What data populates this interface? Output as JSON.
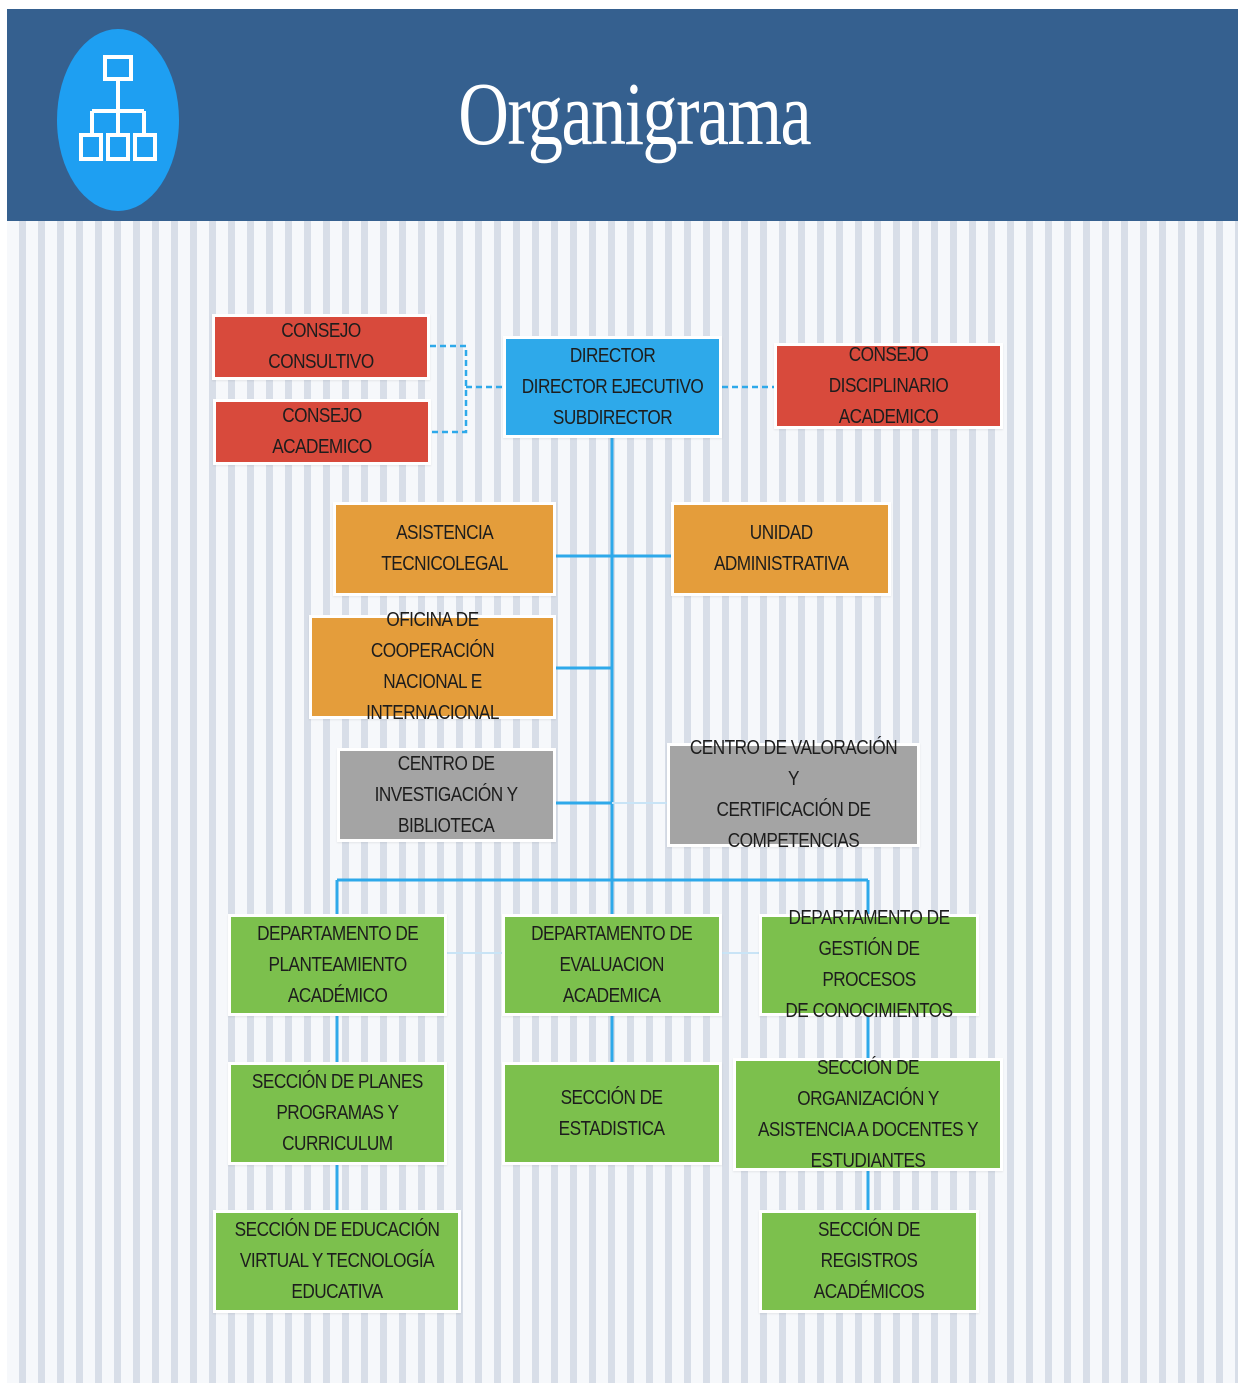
{
  "header": {
    "title": "Organigrama",
    "logo_icon": "org-chart-icon",
    "background_color": "#35608f",
    "logo_color": "#1e9ff2"
  },
  "colors": {
    "governance": "#d84a3c",
    "direction": "#2ea9ea",
    "support": "#e49d3b",
    "centers": "#a4a4a4",
    "academic": "#7cc04d",
    "connector": "#2ea9ea"
  },
  "nodes": {
    "consejo_consultivo": "CONSEJO CONSULTIVO",
    "consejo_academico": "CONSEJO ACADEMICO",
    "director": "DIRECTOR\nDIRECTOR EJECUTIVO\nSUBDIRECTOR",
    "consejo_disciplinario": "CONSEJO DISCIPLINARIO\nACADEMICO",
    "asistencia": "ASISTENCIA\nTECNICOLEGAL",
    "unidad": "UNIDAD\nADMINISTRATIVA",
    "oficina": "OFICINA DE COOPERACIÓN\nNACIONAL E\nINTERNACIONAL",
    "centro_investigacion": "CENTRO DE\nINVESTIGACIÓN Y\nBIBLIOTECA",
    "centro_valoracion": "CENTRO DE VALORACIÓN Y\nCERTIFICACIÓN DE\nCOMPETENCIAS",
    "depto_planteamiento": "DEPARTAMENTO DE\nPLANTEAMIENTO\nACADÉMICO",
    "depto_evaluacion": "DEPARTAMENTO DE\nEVALUACION\nACADEMICA",
    "depto_gestion": "DEPARTAMENTO DE\nGESTIÓN DE PROCESOS\nDE CONOCIMIENTOS",
    "seccion_planes": "SECCIÓN DE PLANES\nPROGRAMAS Y\nCURRICULUM",
    "seccion_estadistica": "SECCIÓN DE\nESTADISTICA",
    "seccion_organizacion": "SECCIÓN DE ORGANIZACIÓN Y\nASISTENCIA A DOCENTES Y\nESTUDIANTES",
    "seccion_educacion": "SECCIÓN DE EDUCACIÓN\nVIRTUAL Y TECNOLOGÍA\nEDUCATIVA",
    "seccion_registros": "SECCIÓN DE REGISTROS\nACADÉMICOS"
  }
}
